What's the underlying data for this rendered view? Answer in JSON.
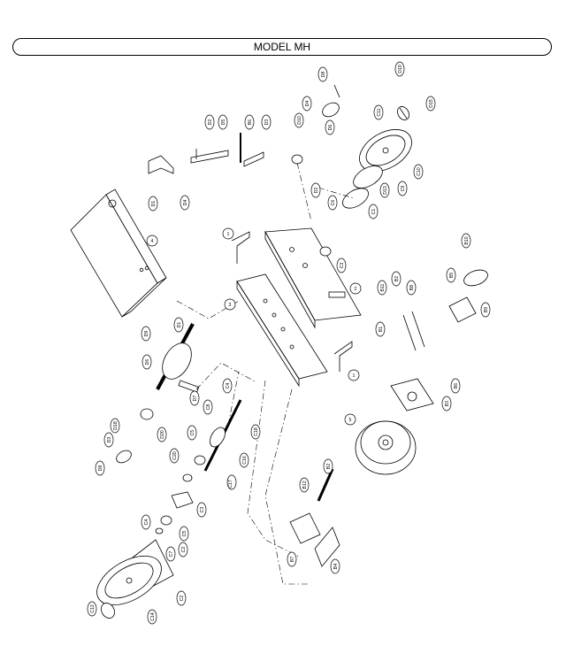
{
  "title": "MODEL MH",
  "labels": {
    "D8": "D8",
    "D19": "D19",
    "D4top": "D4",
    "D10": "D10",
    "D6top": "D6",
    "D15": "D15",
    "C11": "C11",
    "D2": "D2",
    "D5": "D5",
    "D3": "D3",
    "B6": "B6",
    "C10": "C10",
    "D13": "D13",
    "C9": "C9",
    "D1": "D1",
    "D4mid": "D4",
    "D2b": "D2",
    "C6": "C6",
    "C1": "C1",
    "n4": "4",
    "n1a": "1",
    "n2": "2",
    "C3": "C3",
    "B10": "B10",
    "B11": "B11",
    "B2": "B2",
    "B8": "B8",
    "B5": "B5",
    "B9": "B9",
    "n3": "3",
    "B1": "B1",
    "D9": "D9",
    "D1b": "D1",
    "D6": "D6",
    "n1b": "1",
    "C4": "C4",
    "D7": "D7",
    "C8": "C8",
    "C18": "C18",
    "B6b": "B6",
    "B3": "B3",
    "D18": "D18",
    "D3b": "D3",
    "D20": "D20",
    "C5": "C5",
    "C16": "C16",
    "n5": "5",
    "D8b": "D8",
    "C20": "C20",
    "C17": "C17",
    "B12": "B12",
    "B2b": "B2",
    "C3b": "C3",
    "C2": "C2",
    "C4b": "C4",
    "C5b": "C5",
    "C7": "C7",
    "B7": "B7",
    "B4": "B4",
    "C2b": "C2",
    "C12": "C12",
    "C14": "C14"
  }
}
